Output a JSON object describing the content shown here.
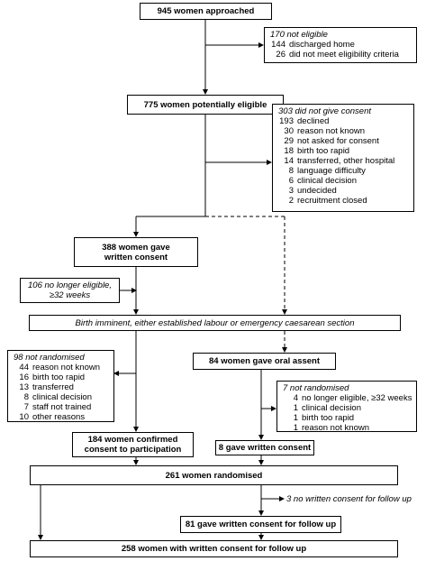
{
  "boxes": {
    "approached": "945 women approached",
    "not_eligible": {
      "heading": "170 not eligible",
      "items": [
        {
          "n": "144",
          "label": "discharged home"
        },
        {
          "n": "26",
          "label": "did not meet eligibility criteria"
        }
      ]
    },
    "potentially_eligible": "775 women potentially eligible",
    "no_consent": {
      "heading": "303 did not give consent",
      "items": [
        {
          "n": "193",
          "label": "declined"
        },
        {
          "n": "30",
          "label": "reason not known"
        },
        {
          "n": "29",
          "label": "not asked for consent"
        },
        {
          "n": "18",
          "label": "birth too rapid"
        },
        {
          "n": "14",
          "label": "transferred, other hospital"
        },
        {
          "n": "8",
          "label": "language difficulty"
        },
        {
          "n": "6",
          "label": "clinical decision"
        },
        {
          "n": "3",
          "label": "undecided"
        },
        {
          "n": "2",
          "label": "recruitment closed"
        }
      ]
    },
    "written_consent": "388 women gave written consent",
    "no_longer_eligible": "106 no longer eligible, ≥32 weeks",
    "birth_imminent": "Birth imminent, either established labour or emergency caesarean section",
    "not_randomised_98": {
      "heading": "98 not randomised",
      "items": [
        {
          "n": "44",
          "label": "reason not known"
        },
        {
          "n": "16",
          "label": "birth too rapid"
        },
        {
          "n": "13",
          "label": "transferred"
        },
        {
          "n": "8",
          "label": "clinical decision"
        },
        {
          "n": "7",
          "label": "staff not trained"
        },
        {
          "n": "10",
          "label": "other reasons"
        }
      ]
    },
    "oral_assent": "84 women gave oral assent",
    "not_randomised_7": {
      "heading": "7 not randomised",
      "items": [
        {
          "n": "4",
          "label": "no longer eligible, ≥32 weeks"
        },
        {
          "n": "1",
          "label": "clinical decision"
        },
        {
          "n": "1",
          "label": "birth too rapid"
        },
        {
          "n": "1",
          "label": "reason not known"
        }
      ]
    },
    "confirmed_consent": "184 women confirmed consent to participation",
    "gave_written_8": "8 gave written consent",
    "randomised": "261 women randomised",
    "no_written_followup": "3 no written consent for follow up",
    "written_followup_81": "81 gave written consent for follow up",
    "final": "258 women with written consent for follow up"
  }
}
